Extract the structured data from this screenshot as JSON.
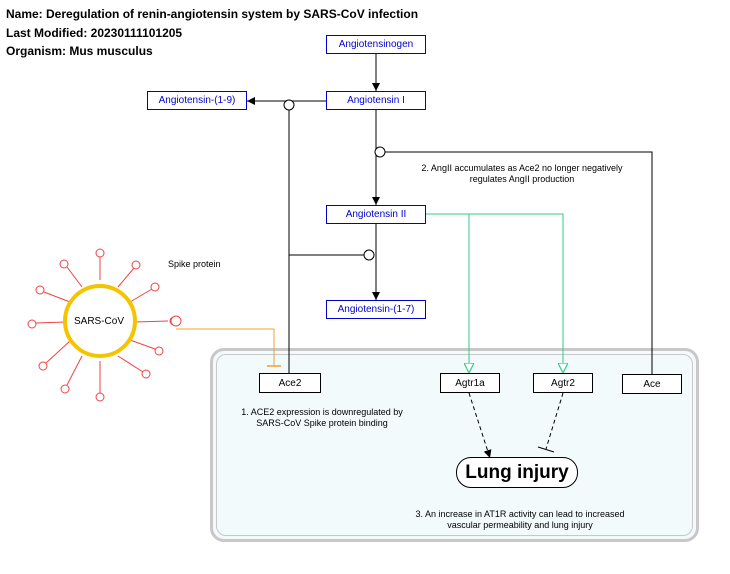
{
  "header": {
    "name_line": "Name: Deregulation of renin-angiotensin system by SARS-CoV infection",
    "modified_line": "Last Modified: 20230111101205",
    "organism_line": "Organism: Mus musculus"
  },
  "nodes": {
    "angiotensinogen": "Angiotensinogen",
    "angiotensin_i": "Angiotensin I",
    "angiotensin_1_9": "Angiotensin-(1-9)",
    "angiotensin_ii": "Angiotensin II",
    "angiotensin_1_7": "Angiotensin-(1-7)",
    "ace2": "Ace2",
    "agtr1a": "Agtr1a",
    "agtr2": "Agtr2",
    "ace": "Ace",
    "lung_injury": "Lung injury",
    "sars_cov": "SARS-CoV",
    "spike_protein": "Spike protein"
  },
  "notes": {
    "note1_line1": "1. ACE2 expression is downregulated by",
    "note1_line2": "SARS-CoV Spike protein binding",
    "note2_line1": "2. AngII accumulates as Ace2 no longer negatively",
    "note2_line2": "regulates AngII production",
    "note3_line1": "3. An increase in AT1R activity can lead to increased",
    "note3_line2": "vascular permeability and lung injury"
  },
  "colors": {
    "metabolite": "#0000cc",
    "gene": "#000000",
    "inhibition_line": "#f0a030",
    "receptor_line": "#33cc88",
    "virus_ring": "#f5c400",
    "spike": "#ee4444",
    "compartment_border": "#c8c8c8",
    "compartment_fill": "#f3fafc"
  }
}
